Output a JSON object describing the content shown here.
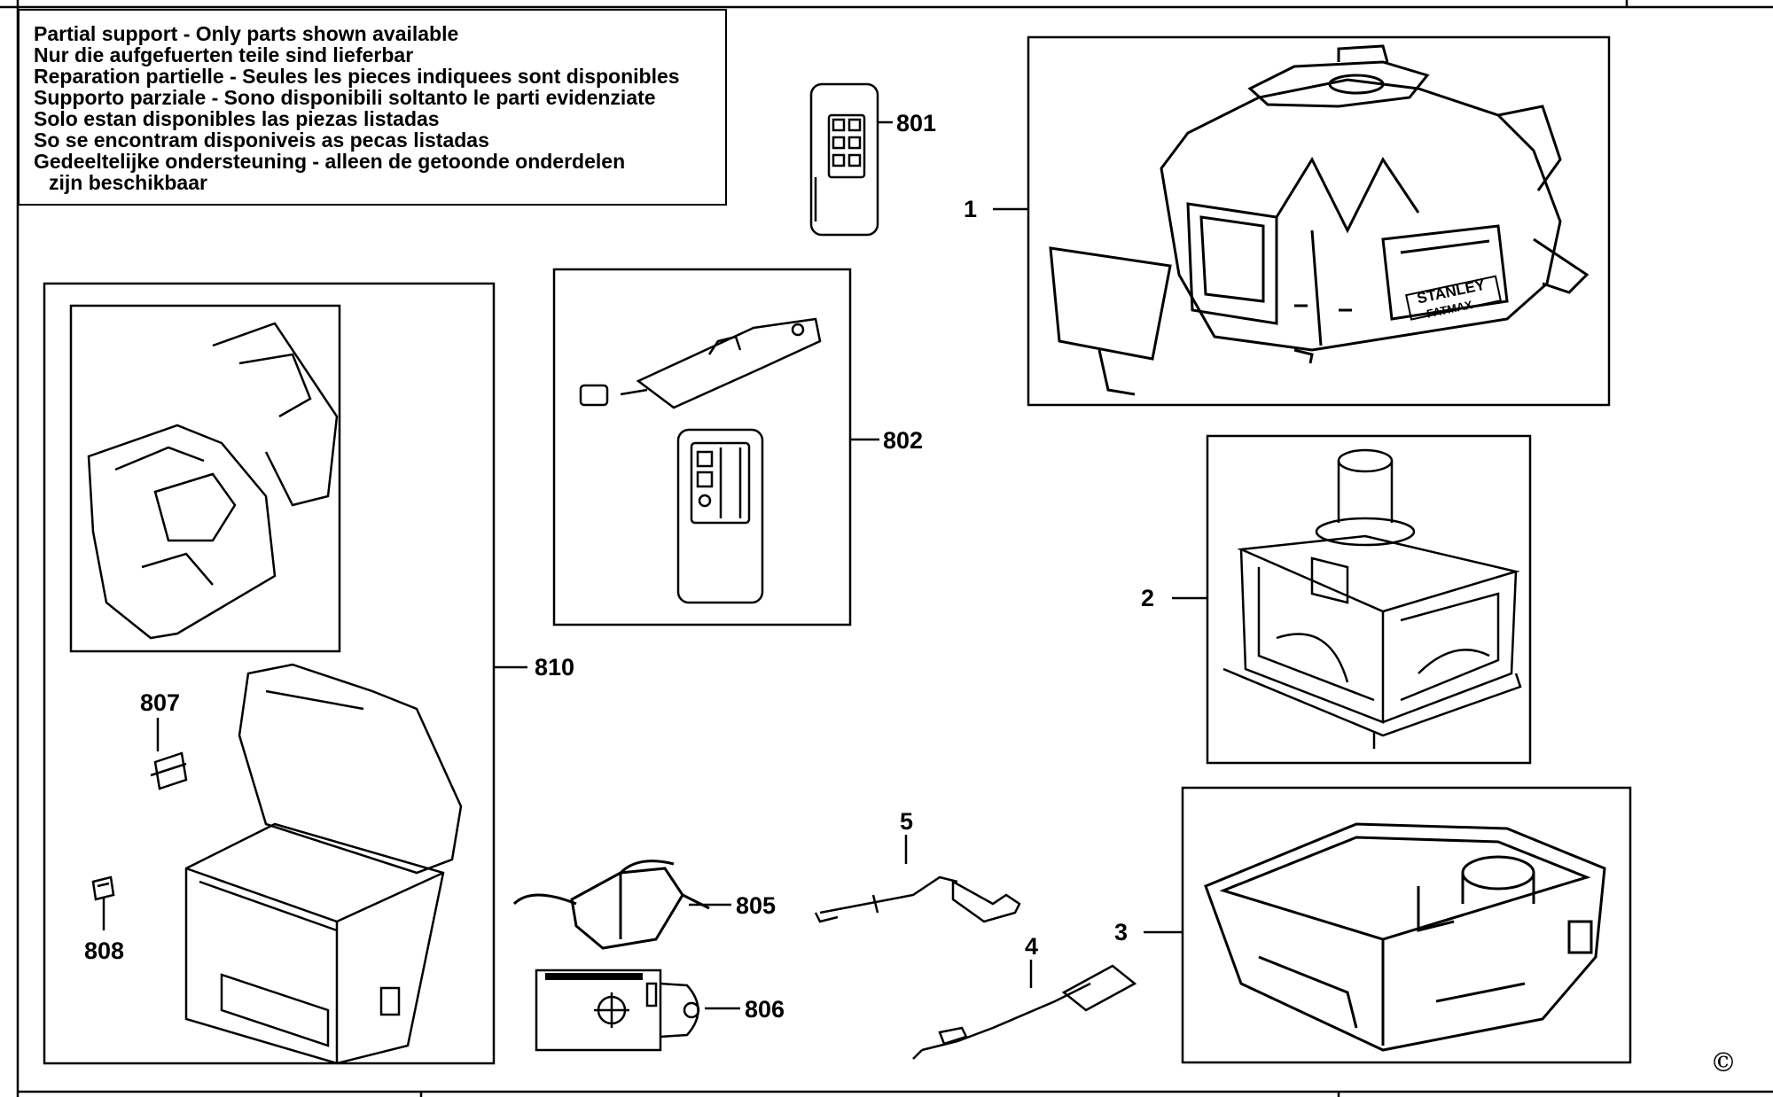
{
  "notice": {
    "lines": [
      "Partial support - Only parts shown available",
      "Nur die aufgefuerten teile sind lieferbar",
      "Reparation partielle - Seules les pieces indiquees sont disponibles",
      "Supporto parziale - Sono disponibili soltanto le parti evidenziate",
      "Solo estan disponibles las piezas listadas",
      "So se encontram disponiveis as pecas listadas",
      "Gedeeltelijke ondersteuning - alleen de getoonde onderdelen",
      "zijn beschikbaar"
    ]
  },
  "parts": {
    "p1": "1",
    "p2": "2",
    "p3": "3",
    "p4": "4",
    "p5": "5",
    "p801": "801",
    "p802": "802",
    "p805": "805",
    "p806": "806",
    "p807": "807",
    "p808": "808",
    "p810": "810"
  },
  "branding": {
    "brand": "STANLEY",
    "sub_brand": "FATMAX"
  },
  "copyright_symbol": "©"
}
